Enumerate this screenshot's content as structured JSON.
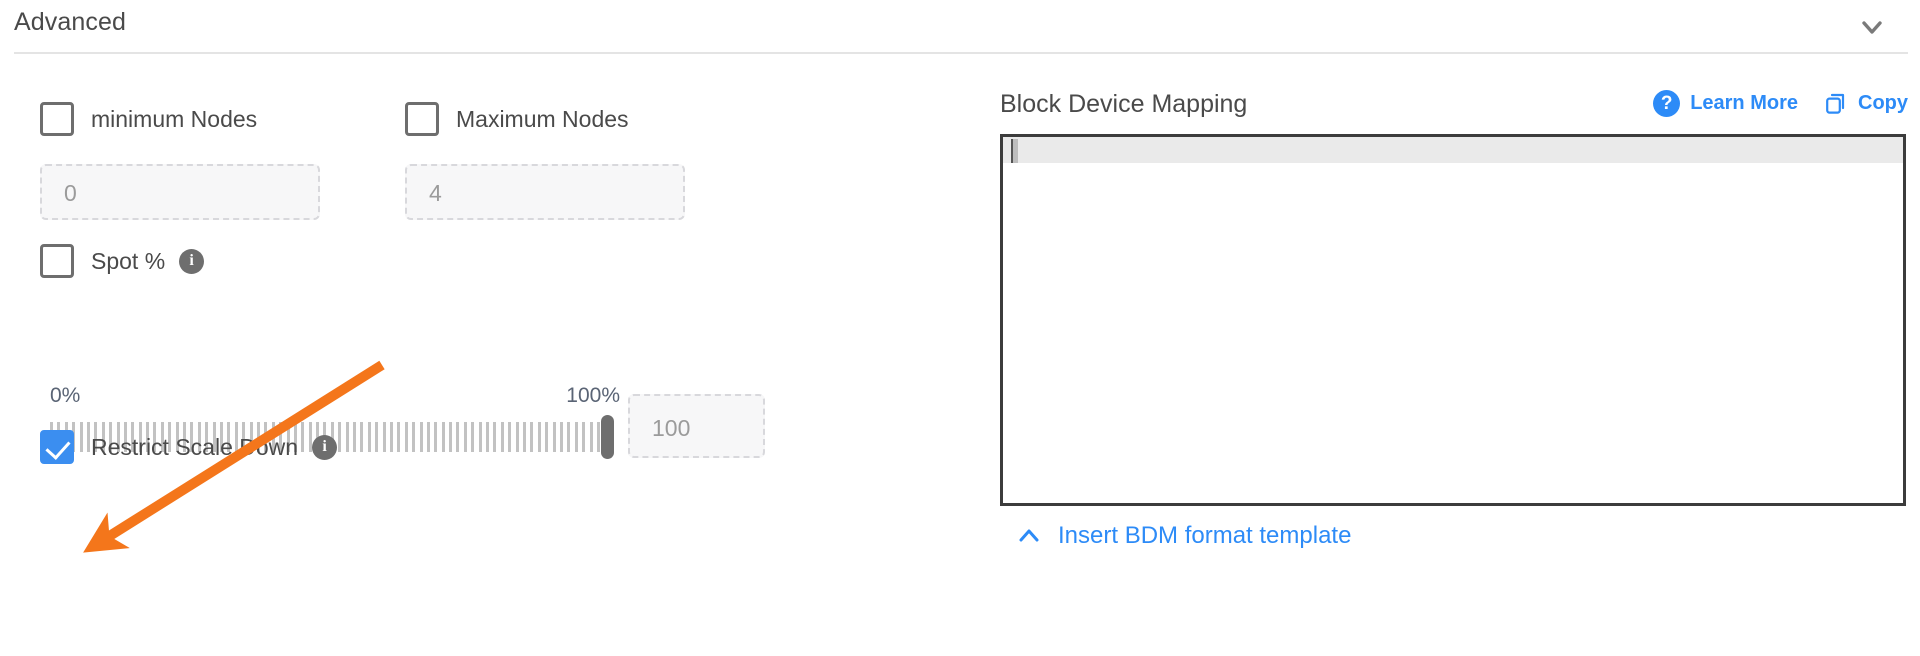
{
  "section": {
    "title": "Advanced",
    "collapse_icon": "chevron-down-icon"
  },
  "left": {
    "min_nodes": {
      "label": "minimum Nodes",
      "checked": false,
      "input_placeholder": "0",
      "input_value": ""
    },
    "max_nodes": {
      "label": "Maximum Nodes",
      "checked": false,
      "input_placeholder": "4",
      "input_value": ""
    },
    "spot": {
      "label": "Spot %",
      "checked": false,
      "info_icon": "info-icon",
      "slider_min_label": "0%",
      "slider_max_label": "100%",
      "slider_value": 100,
      "value_input_placeholder": "100",
      "value_input_value": ""
    },
    "restrict_scale_down": {
      "label": "Restrict Scale Down",
      "checked": true,
      "info_icon": "info-icon"
    }
  },
  "right": {
    "title": "Block Device Mapping",
    "learn_more": {
      "label": "Learn More",
      "icon": "question-circle-icon"
    },
    "copy": {
      "label": "Copy",
      "icon": "copy-icon"
    },
    "editor_value": "",
    "template_link": {
      "label": "Insert BDM format template",
      "icon": "chevron-up-icon"
    }
  },
  "annotation": {
    "arrow_color": "#f4761b",
    "points_to": "Restrict Scale Down"
  },
  "colors": {
    "accent_blue": "#2d8bf7",
    "checkbox_blue": "#3b8ef0",
    "annotation_orange": "#f4761b",
    "text_gray": "#4a4a4a",
    "border_gray": "#6e6e6e"
  }
}
